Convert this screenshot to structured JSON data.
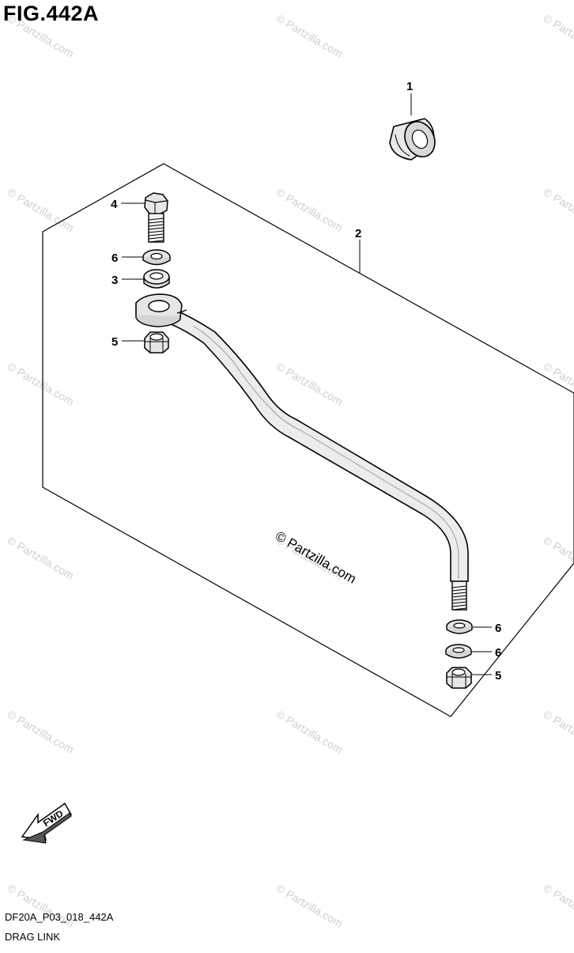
{
  "figure": {
    "title": "FIG.442A",
    "code": "DF20A_P03_018_442A",
    "name": "DRAG LINK"
  },
  "callouts": [
    {
      "id": "c1",
      "label": "1"
    },
    {
      "id": "c2",
      "label": "2"
    },
    {
      "id": "c4",
      "label": "4"
    },
    {
      "id": "c6a",
      "label": "6"
    },
    {
      "id": "c3",
      "label": "3"
    },
    {
      "id": "c5a",
      "label": "5"
    },
    {
      "id": "c6b",
      "label": "6"
    },
    {
      "id": "c6c",
      "label": "6"
    },
    {
      "id": "c5b",
      "label": "5"
    }
  ],
  "fwd_label": "FWD",
  "watermark": {
    "text": "© Partzilla.com",
    "color": "#cfcfcf"
  },
  "center_watermark": "© Partzilla.com"
}
